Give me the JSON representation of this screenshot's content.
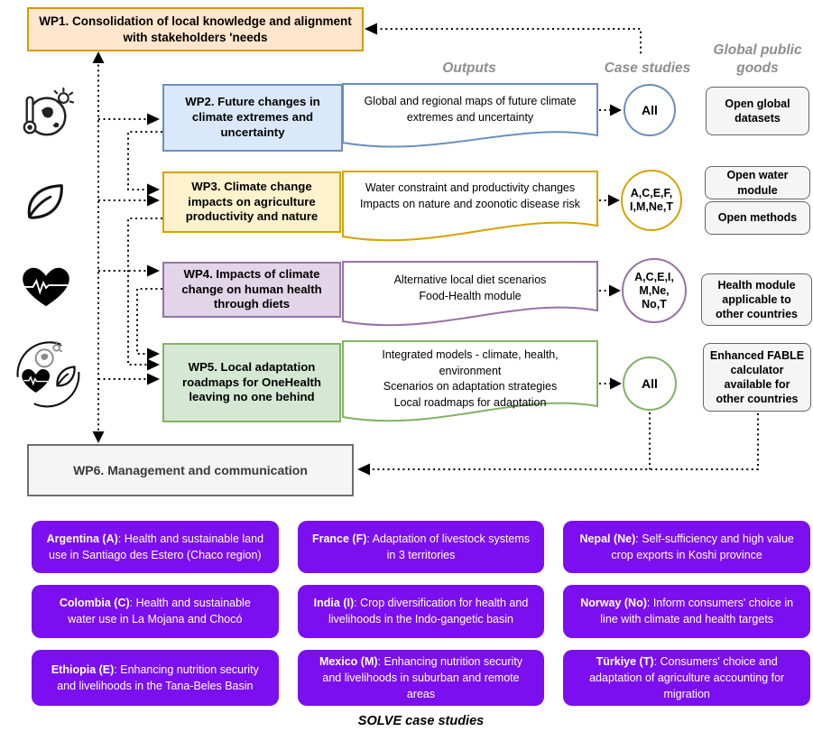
{
  "palette": {
    "wp1_fill": "#FFE6CC",
    "wp1_border": "#D79B00",
    "wp2_fill": "#DAE8FC",
    "wp2_border": "#6C8EBF",
    "wp3_fill": "#FFF2CC",
    "wp3_border": "#D6A300",
    "wp4_fill": "#E1D5E7",
    "wp4_border": "#9673A6",
    "wp5_fill": "#D5E8D4",
    "wp5_border": "#82B366",
    "neutral_fill": "#F5F5F5",
    "neutral_border": "#666666",
    "case_fill": "#7B0FF0",
    "case_text": "#FFFFFF",
    "header_text": "#8E8E8E",
    "connector": "#000000"
  },
  "headers": {
    "outputs": "Outputs",
    "case_studies": "Case studies",
    "global_public_goods": "Global public\ngoods"
  },
  "wp1": {
    "title": "WP1. Consolidation of local knowledge and alignment with stakeholders 'needs"
  },
  "wp6": {
    "title": "WP6. Management and communication"
  },
  "rows": [
    {
      "title": "WP2. Future changes in climate extremes and uncertainty",
      "icon": "globe-thermometer-sun",
      "outputs": "Global and regional maps of future climate\nextremes and uncertainty",
      "case_circle": "All",
      "goods": [
        "Open global datasets"
      ]
    },
    {
      "title": "WP3. Climate change impacts on agriculture productivity and nature",
      "icon": "leaf",
      "outputs": "Water constraint and productivity changes\nImpacts on nature and zoonotic disease risk",
      "case_circle": "A,C,E,F,\nI,M,Ne,T",
      "goods": [
        "Open water module",
        "Open methods"
      ]
    },
    {
      "title": "WP4. Impacts of climate change on human health through diets",
      "icon": "heart-pulse",
      "outputs": "Alternative local diet scenarios\nFood-Health module",
      "case_circle": "A,C,E,I,\nM,Ne,\nNo,T",
      "goods": [
        "Health module applicable to other countries"
      ]
    },
    {
      "title": "WP5. Local adaptation roadmaps for OneHealth leaving no one behind",
      "icon": "onehealth-circle",
      "outputs": "Integrated models - climate, health,\nenvironment\nScenarios on adaptation strategies\nLocal roadmaps for adaptation",
      "case_circle": "All",
      "goods": [
        "Enhanced FABLE calculator available for other countries"
      ]
    }
  ],
  "cases": {
    "caption": "SOLVE case studies",
    "items": [
      {
        "label": "Argentina (A)",
        "desc": ": Health and sustainable land use in Santiago des Estero (Chaco region)"
      },
      {
        "label": "Colombia (C)",
        "desc": ": Health and sustainable water use in La Mojana and Chocó"
      },
      {
        "label": "Ethiopia (E)",
        "desc": ": Enhancing nutrition security and livelihoods in the Tana-Beles Basin"
      },
      {
        "label": "France (F)",
        "desc": ": Adaptation of livestock systems in 3 territories"
      },
      {
        "label": "India (I)",
        "desc": ": Crop diversification for health and livelihoods in the Indo-gangetic basin"
      },
      {
        "label": "Mexico (M)",
        "desc": ": Enhancing nutrition security and livelihoods in suburban and remote areas"
      },
      {
        "label": "Nepal (Ne)",
        "desc": ": Self-sufficiency and high value crop exports in Koshi province"
      },
      {
        "label": "Norway (No)",
        "desc": ": Inform consumers' choice in line with climate and health targets"
      },
      {
        "label": "Türkiye (T)",
        "desc": ": Consumers' choice and adaptation of agriculture accounting for migration"
      }
    ]
  }
}
